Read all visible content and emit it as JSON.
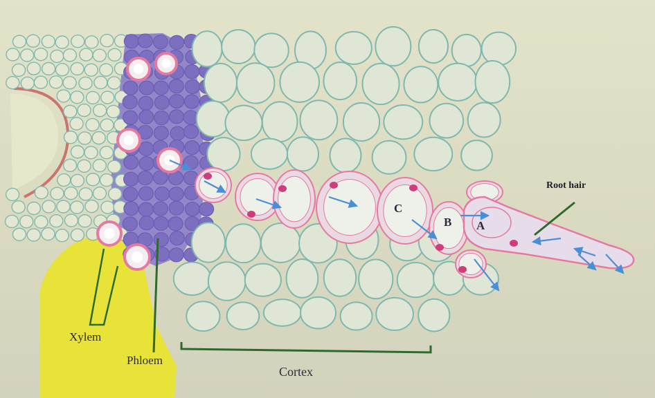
{
  "labels": {
    "root_hair": "Root hair",
    "a": "A",
    "b": "B",
    "c": "C",
    "xylem": "Xylem",
    "phloem": "Phloem",
    "cortex": "Cortex"
  },
  "colors": {
    "cell_wall": "#7fb8ae",
    "cell_fill": "#dfe6d6",
    "path_wall": "#e47aa0",
    "path_fill": "#ead8e2",
    "phloem_fill": "#8f82c9",
    "xylem_fill": "#ecea2a",
    "nucleus": "#cf3d7a",
    "arrow": "#4a8fd6",
    "label_line": "#2d6a2d",
    "text": "#2e2a3a"
  }
}
